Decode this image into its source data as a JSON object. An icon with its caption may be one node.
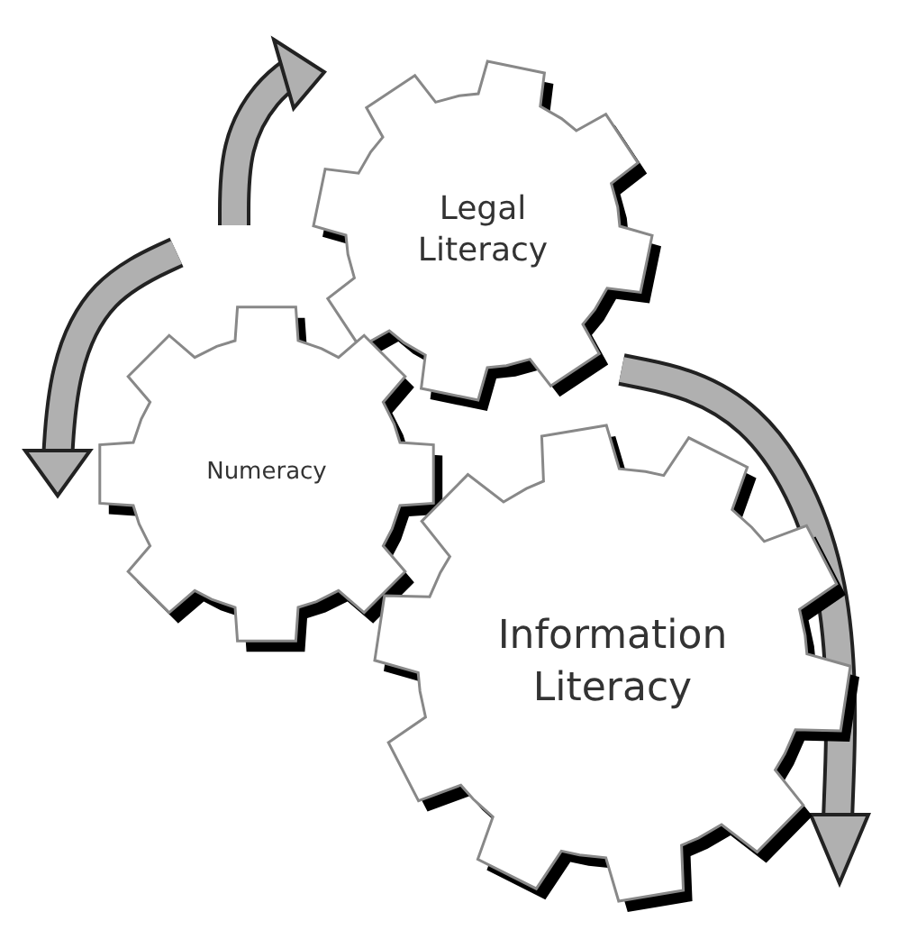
{
  "diagram": {
    "nodes": [
      {
        "text": [
          "Legal Literacy"
        ]
      },
      {
        "text": [
          "Numeracy"
        ]
      },
      {
        "text": [
          "Information Literacy"
        ]
      }
    ]
  }
}
